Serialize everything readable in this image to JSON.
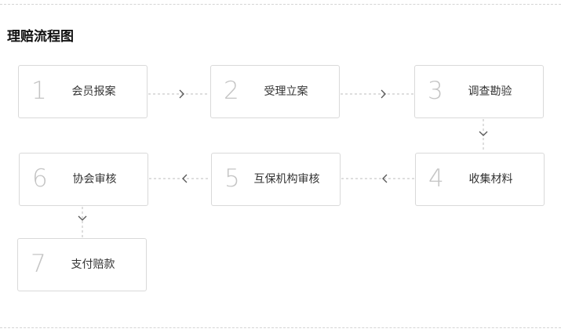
{
  "page": {
    "title": "理赔流程图"
  },
  "steps": [
    {
      "number": "1",
      "label": "会员报案"
    },
    {
      "number": "2",
      "label": "受理立案"
    },
    {
      "number": "3",
      "label": "调查勘验"
    },
    {
      "number": "4",
      "label": "收集材料"
    },
    {
      "number": "5",
      "label": "互保机构审核"
    },
    {
      "number": "6",
      "label": "协会审核"
    },
    {
      "number": "7",
      "label": "支付赔款"
    }
  ],
  "colors": {
    "border": "#d9d9d9",
    "number": "#c4c4c4",
    "connector": "#bdbdbd",
    "arrow": "#555555"
  },
  "icons": {
    "right": "chevron-right-icon",
    "left": "chevron-left-icon",
    "down": "chevron-down-icon"
  }
}
